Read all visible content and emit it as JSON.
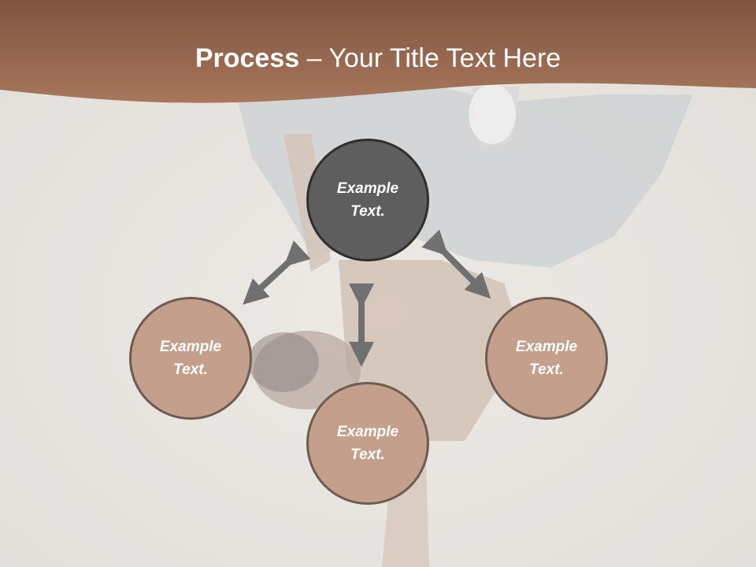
{
  "slide": {
    "title_bold": "Process",
    "title_rest": " – Your Title Text Here"
  },
  "diagram": {
    "center": {
      "label_line1": "Example",
      "label_line2": "Text."
    },
    "left": {
      "label_line1": "Example",
      "label_line2": "Text."
    },
    "bottom": {
      "label_line1": "Example",
      "label_line2": "Text."
    },
    "right": {
      "label_line1": "Example",
      "label_line2": "Text."
    }
  },
  "colors": {
    "header": "#9a6448",
    "center_circle": "#5e5e5e",
    "outer_circle": "#c4a08c",
    "arrow": "#707070"
  }
}
